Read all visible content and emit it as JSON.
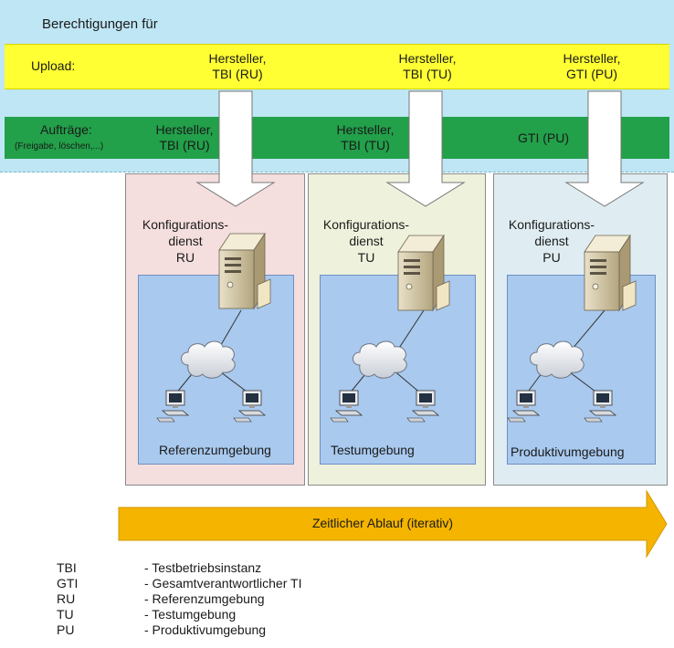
{
  "header": {
    "title": "Berechtigungen für"
  },
  "upload": {
    "label": "Upload:",
    "cells": [
      "Hersteller,",
      "TBI (RU)",
      "Hersteller,",
      "TBI (TU)",
      "Hersteller,",
      "GTI (PU)"
    ]
  },
  "auftraege": {
    "label": "Aufträge:",
    "sublabel": "(Freigabe, löschen,...)",
    "cells": [
      "Hersteller,",
      "TBI (RU)",
      "Hersteller,",
      "TBI (TU)",
      "GTI (PU)"
    ]
  },
  "environments": [
    {
      "line1": "Konfigurations-",
      "line2": "dienst",
      "line3": "RU",
      "caption": "Referenzumgebung",
      "bg": "#f5dede",
      "inner": "#a9c9ee"
    },
    {
      "line1": "Konfigurations-",
      "line2": "dienst",
      "line3": "TU",
      "caption": "Testumgebung",
      "bg": "#eef2dc",
      "inner": "#a9c9ee"
    },
    {
      "line1": "Konfigurations-",
      "line2": "dienst",
      "line3": "PU",
      "caption": "Produktivumgebung",
      "bg": "#dfedf2",
      "inner": "#a9c9ee"
    }
  ],
  "timeline": {
    "label": "Zeitlicher Ablauf (iterativ)",
    "color": "#f5b400"
  },
  "legend": [
    {
      "abbr": "TBI",
      "desc": "- Testbetriebsinstanz"
    },
    {
      "abbr": "GTI",
      "desc": "- Gesamtverantwortlicher TI"
    },
    {
      "abbr": "RU",
      "desc": "- Referenzumgebung"
    },
    {
      "abbr": "TU",
      "desc": "- Testumgebung"
    },
    {
      "abbr": "PU",
      "desc": "- Produktivumgebung"
    }
  ],
  "colors": {
    "permission_band": "#bfe6f4",
    "upload_row": "#ffff33",
    "auftraege_row": "#22a04a"
  }
}
